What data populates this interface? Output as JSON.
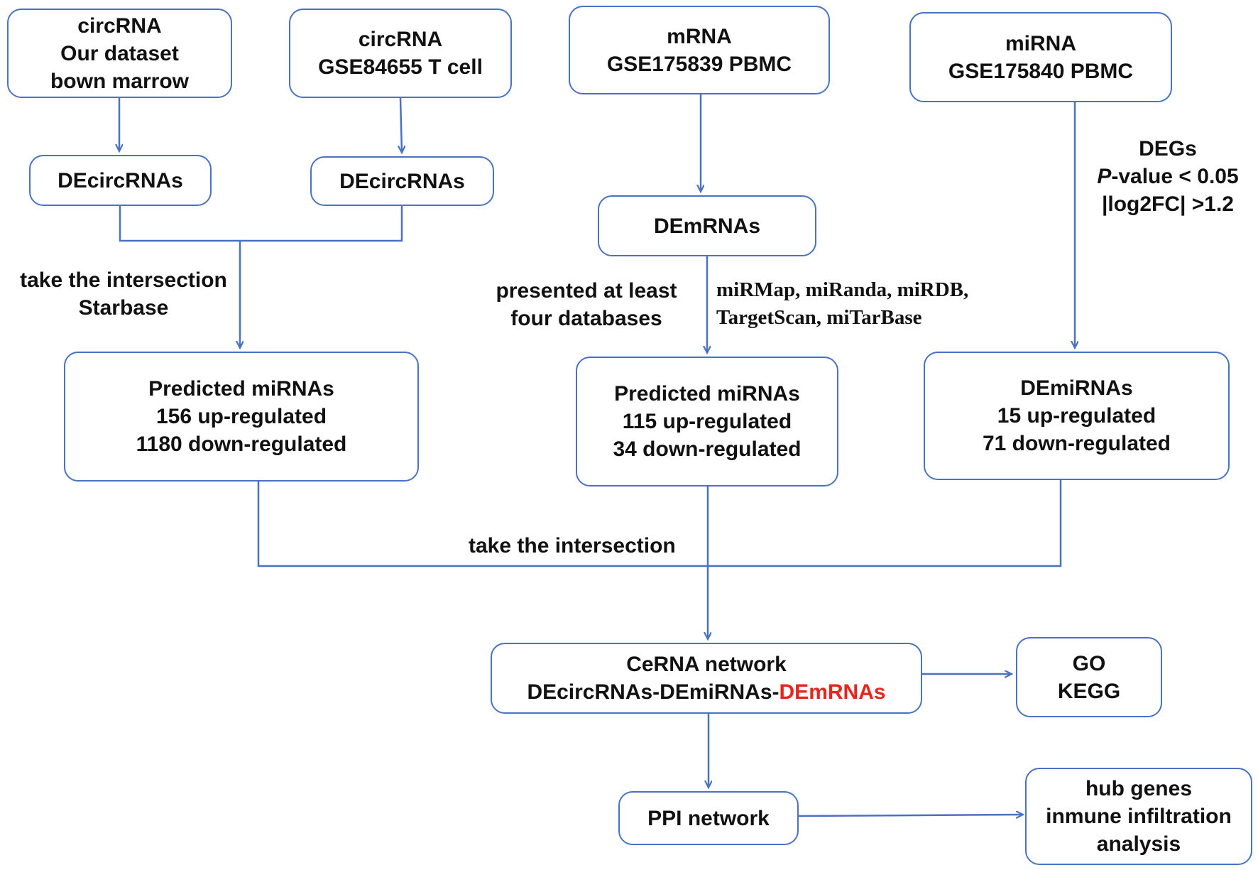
{
  "colors": {
    "line": "#4a72c4",
    "highlight": "#e8241d",
    "text": "#111111"
  },
  "boxes": {
    "circ1": {
      "l1": "circRNA",
      "l2": "Our dataset",
      "l3": "bown marrow"
    },
    "circ2": {
      "l1": "circRNA",
      "l2": "GSE84655 T cell"
    },
    "mrna": {
      "l1": "mRNA",
      "l2": "GSE175839  PBMC"
    },
    "mirna": {
      "l1": "miRNA",
      "l2": "GSE175840  PBMC"
    },
    "decirc1": {
      "l1": "DEcircRNAs"
    },
    "decirc2": {
      "l1": "DEcircRNAs"
    },
    "demrna": {
      "l1": "DEmRNAs"
    },
    "pred1": {
      "l1": "Predicted miRNAs",
      "l2": "156 up-regulated",
      "l3": "1180 down-regulated"
    },
    "pred2": {
      "l1": "Predicted miRNAs",
      "l2": "115 up-regulated",
      "l3": "34 down-regulated"
    },
    "demirna": {
      "l1": "DEmiRNAs",
      "l2": "15 up-regulated",
      "l3": "71 down-regulated"
    },
    "cerna": {
      "l1": "CeRNA network",
      "l2a": "DEcircRNAs-DEmiRNAs-",
      "l2b": "DEmRNAs"
    },
    "gokegg": {
      "l1": "GO",
      "l2": "KEGG"
    },
    "ppi": {
      "l1": "PPI network"
    },
    "hub": {
      "l1": "hub genes",
      "l2": "inmune infiltration",
      "l3": "analysis"
    }
  },
  "labels": {
    "intersect1": {
      "l1": "take the intersection",
      "l2": "Starbase"
    },
    "presented": {
      "l1": "presented at least",
      "l2": "four databases"
    },
    "databases": {
      "l1": "miRMap, miRanda, miRDB,",
      "l2": "TargetScan, miTarBase"
    },
    "degs": {
      "l1": "DEGs",
      "l2a": "P",
      "l2b": "-value < 0.05",
      "l3": "|log2FC| >1.2"
    },
    "intersect2": {
      "l1": "take the intersection"
    }
  }
}
